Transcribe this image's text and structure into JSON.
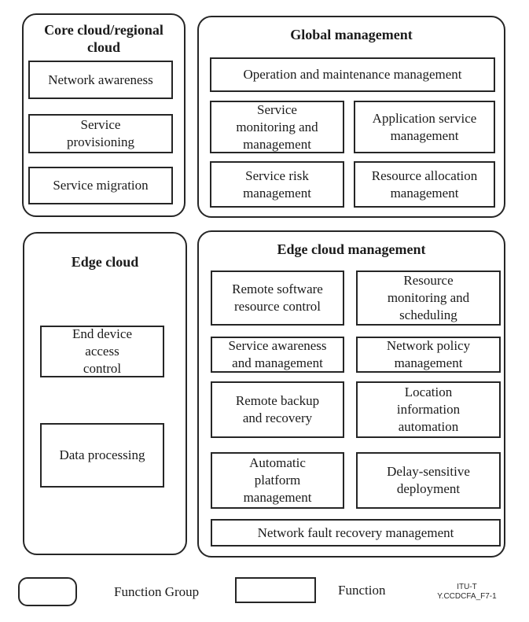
{
  "colors": {
    "ink": "#1b1b1b",
    "border": "#262626",
    "background": "#ffffff"
  },
  "groups": {
    "core_cloud": {
      "title": "Core cloud/regional\ncloud",
      "functions": [
        "Network awareness",
        "Service\nprovisioning",
        "Service migration"
      ]
    },
    "global_management": {
      "title": "Global management",
      "functions": [
        "Operation and maintenance management",
        "Service\nmonitoring and\nmanagement",
        "Application service\nmanagement",
        "Service risk\nmanagement",
        "Resource allocation\nmanagement"
      ]
    },
    "edge_cloud": {
      "title": "Edge cloud",
      "functions": [
        "End device\naccess\ncontrol",
        "Data processing"
      ]
    },
    "edge_cloud_management": {
      "title": "Edge cloud management",
      "functions": [
        "Remote software\nresource control",
        "Resource\nmonitoring and\nscheduling",
        "Service awareness\nand management",
        "Network policy\nmanagement",
        "Remote backup\nand recovery",
        "Location\ninformation\nautomation",
        "Automatic\nplatform\nmanagement",
        "Delay-sensitive\ndeployment",
        "Network fault recovery management"
      ]
    }
  },
  "legend": {
    "function_group_label": "Function Group",
    "function_label": "Function",
    "figure_id": "ITU-T\nY.CCDCFA_F7-1"
  }
}
